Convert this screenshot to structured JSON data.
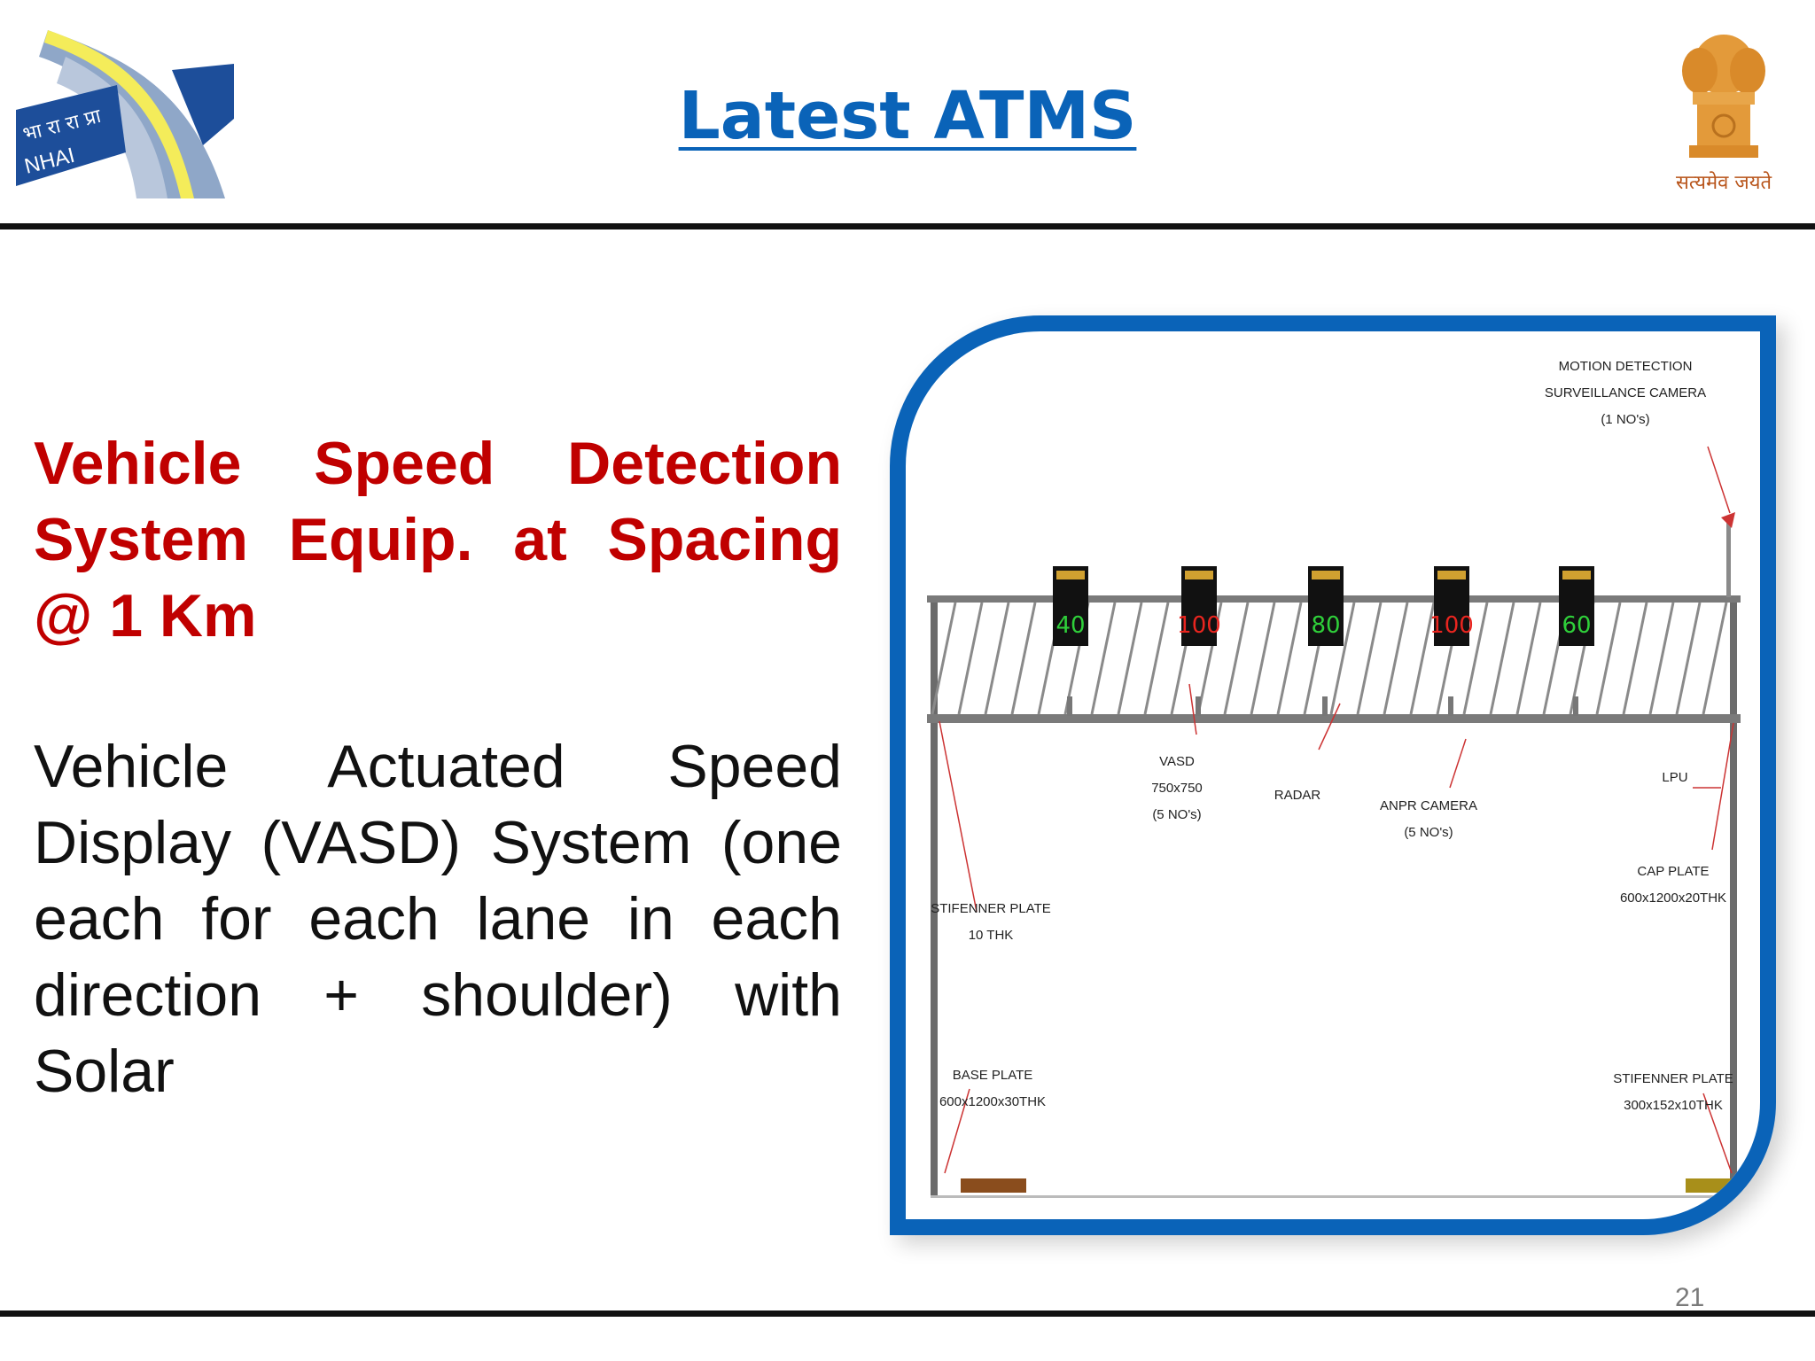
{
  "header": {
    "title": "Latest ATMS",
    "nhai_logo": {
      "icon": "nhai-road-logo",
      "text_hindi": "भा रा रा प्रा",
      "text_en": "NHAI"
    },
    "emblem": {
      "icon": "national-emblem",
      "motto": "सत्यमेव जयते"
    }
  },
  "main": {
    "heading": "Vehicle Speed Detection System Equip. at Spacing @ 1 Km",
    "body": "Vehicle Actuated Speed Display (VASD) System (one each for each lane in each direction + shoulder) with Solar"
  },
  "diagram": {
    "signs": [
      {
        "value": "40",
        "color": "#2fcf3a"
      },
      {
        "value": "100",
        "color": "#e8251f"
      },
      {
        "value": "80",
        "color": "#2fcf3a"
      },
      {
        "value": "100",
        "color": "#e8251f"
      },
      {
        "value": "60",
        "color": "#2fcf3a"
      }
    ],
    "labels": {
      "camera": [
        "MOTION DETECTION",
        "SURVEILLANCE CAMERA",
        "(1 NO's)"
      ],
      "vasd": [
        "VASD",
        "750x750",
        "(5 NO's)"
      ],
      "radar": [
        "RADAR"
      ],
      "anpr": [
        "ANPR CAMERA",
        "(5 NO's)"
      ],
      "lpu": [
        "LPU"
      ],
      "cap_plate": [
        "CAP PLATE",
        "600x1200x20THK"
      ],
      "stiffener_left": [
        "STIFENNER PLATE",
        "10 THK"
      ],
      "base_plate": [
        "BASE PLATE",
        "600x1200x30THK"
      ],
      "stiffener_right": [
        "STIFENNER PLATE",
        "300x152x10THK"
      ]
    }
  },
  "footer": {
    "page_number": "21"
  },
  "colors": {
    "title": "#0a63b8",
    "heading": "#c00000",
    "frame": "#0a63b8"
  }
}
